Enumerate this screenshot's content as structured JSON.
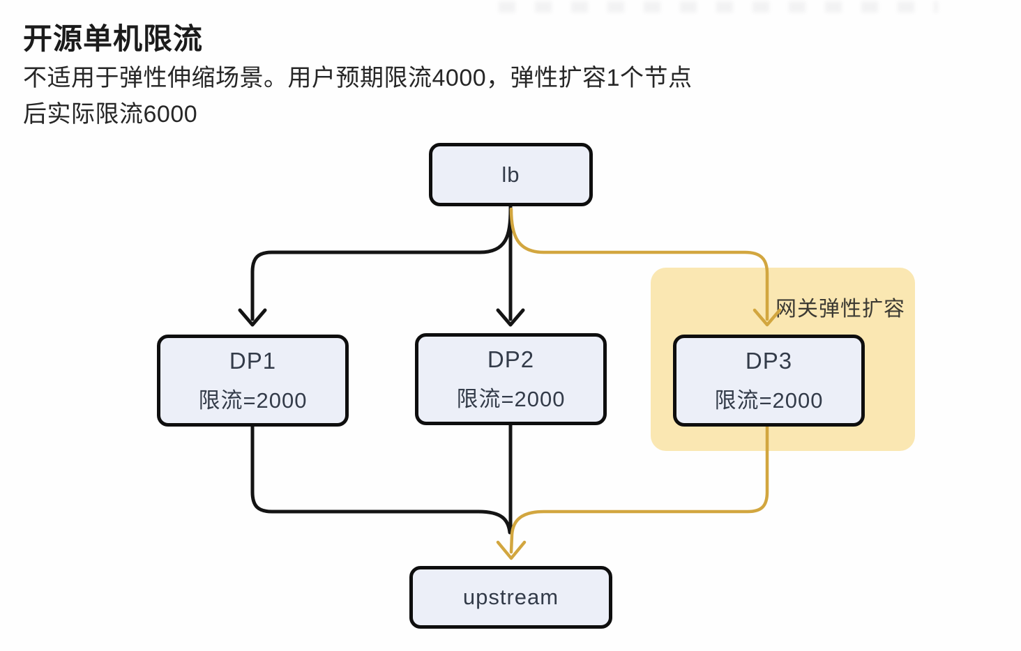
{
  "header": {
    "title": "开源单机限流",
    "line1": "不适用于弹性伸缩场景。用户预期限流4000，弹性扩容1个节点",
    "line2": "后实际限流6000"
  },
  "diagram": {
    "nodes": {
      "lb": {
        "label": "lb"
      },
      "dp1": {
        "label": "DP1",
        "sublabel": "限流=2000"
      },
      "dp2": {
        "label": "DP2",
        "sublabel": "限流=2000"
      },
      "dp3": {
        "label": "DP3",
        "sublabel": "限流=2000"
      },
      "upstream": {
        "label": "upstream"
      }
    },
    "highlight": {
      "label": "网关弹性扩容"
    },
    "colors": {
      "edge_black": "#141414",
      "edge_yellow": "#D2A63F",
      "node_fill": "#ECEFF8",
      "node_border": "#0E0E0E",
      "node_text": "#333B49",
      "highlight_fill": "#FAE7B2"
    }
  }
}
